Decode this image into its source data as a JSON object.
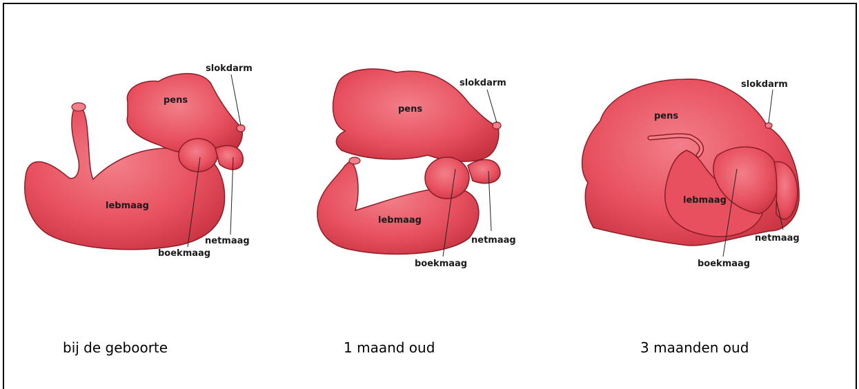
{
  "panels": [
    {
      "caption": "bij de geboorte",
      "labels": {
        "slokdarm": "slokdarm",
        "pens": "pens",
        "lebmaag": "lebmaag",
        "boekmaag": "boekmaag",
        "netmaag": "netmaag"
      }
    },
    {
      "caption": "1 maand oud",
      "labels": {
        "slokdarm": "slokdarm",
        "pens": "pens",
        "lebmaag": "lebmaag",
        "boekmaag": "boekmaag",
        "netmaag": "netmaag"
      }
    },
    {
      "caption": "3 maanden oud",
      "labels": {
        "slokdarm": "slokdarm",
        "pens": "pens",
        "lebmaag": "lebmaag",
        "boekmaag": "boekmaag",
        "netmaag": "netmaag"
      }
    }
  ],
  "colors": {
    "tissue": "#e8505f",
    "tissue_dark": "#c7323f",
    "tissue_light": "#f27f8a",
    "outline": "#8a1d27"
  }
}
